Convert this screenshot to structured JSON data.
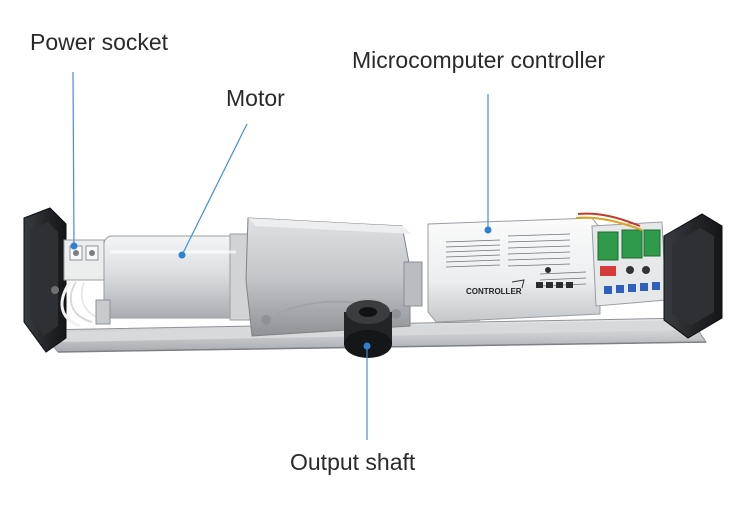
{
  "labels": {
    "power_socket": "Power socket",
    "motor": "Motor",
    "microcomputer_controller": "Microcomputer controller",
    "output_shaft": "Output shaft"
  },
  "controller_plate": {
    "title": "CONTROLLER"
  },
  "colors": {
    "leader_line": "#3d8fe0",
    "leader_dot": "#2f7fd6",
    "label_text": "#2a2a2a",
    "terminal_green": "#2f9a4a",
    "dip_switch_red": "#d63a3a",
    "button_blue": "#2f5fbf"
  }
}
